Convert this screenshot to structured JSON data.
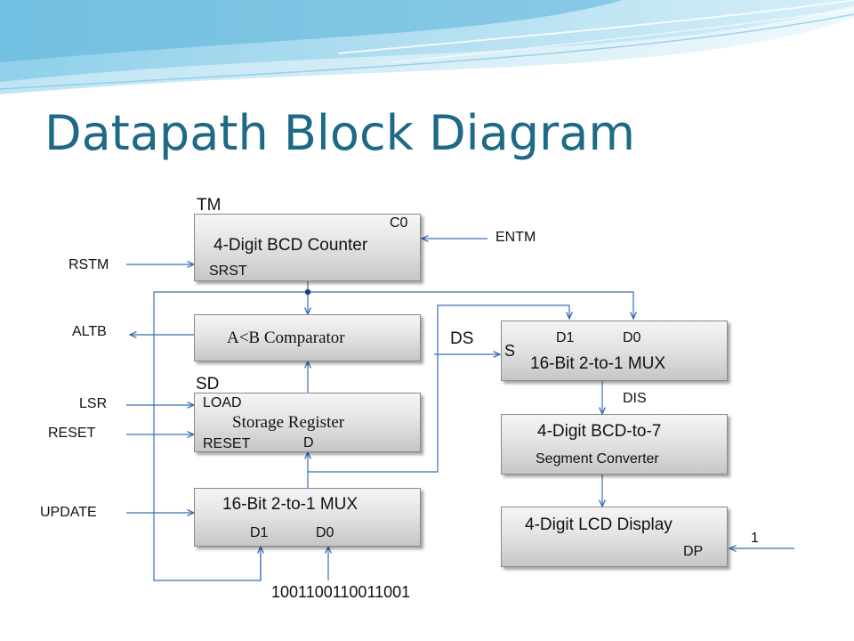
{
  "title": "Datapath Block Diagram",
  "colors": {
    "title": "#1e6a86",
    "wire": "#3a6fb0",
    "swoosh": "#5ab3d8"
  },
  "blocks": {
    "counter": {
      "name": "4-Digit BCD Counter",
      "pin_c0": "C0",
      "pin_srst": "SRST",
      "label": "TM"
    },
    "comparator": {
      "name": "A<B Comparator"
    },
    "storage": {
      "name": "Storage Register",
      "pin_load": "LOAD",
      "pin_reset": "RESET",
      "pin_d": "D",
      "label": "SD"
    },
    "mux_left": {
      "name": "16-Bit 2-to-1 MUX",
      "pin_d1": "D1",
      "pin_d0": "D0"
    },
    "mux_right": {
      "name": "16-Bit 2-to-1 MUX",
      "pin_d1": "D1",
      "pin_d0": "D0",
      "pin_s": "S",
      "label": "DS"
    },
    "converter": {
      "name_line1": "4-Digit BCD-to-7",
      "name_line2": "Segment Converter"
    },
    "display": {
      "name": "4-Digit LCD Display",
      "pin_dp": "DP"
    }
  },
  "signals": {
    "entm": "ENTM",
    "rstm": "RSTM",
    "altb": "ALTB",
    "lsr": "LSR",
    "reset": "RESET",
    "update": "UPDATE",
    "dis": "DIS",
    "dp_value": "1",
    "constant": "1001100110011001"
  }
}
